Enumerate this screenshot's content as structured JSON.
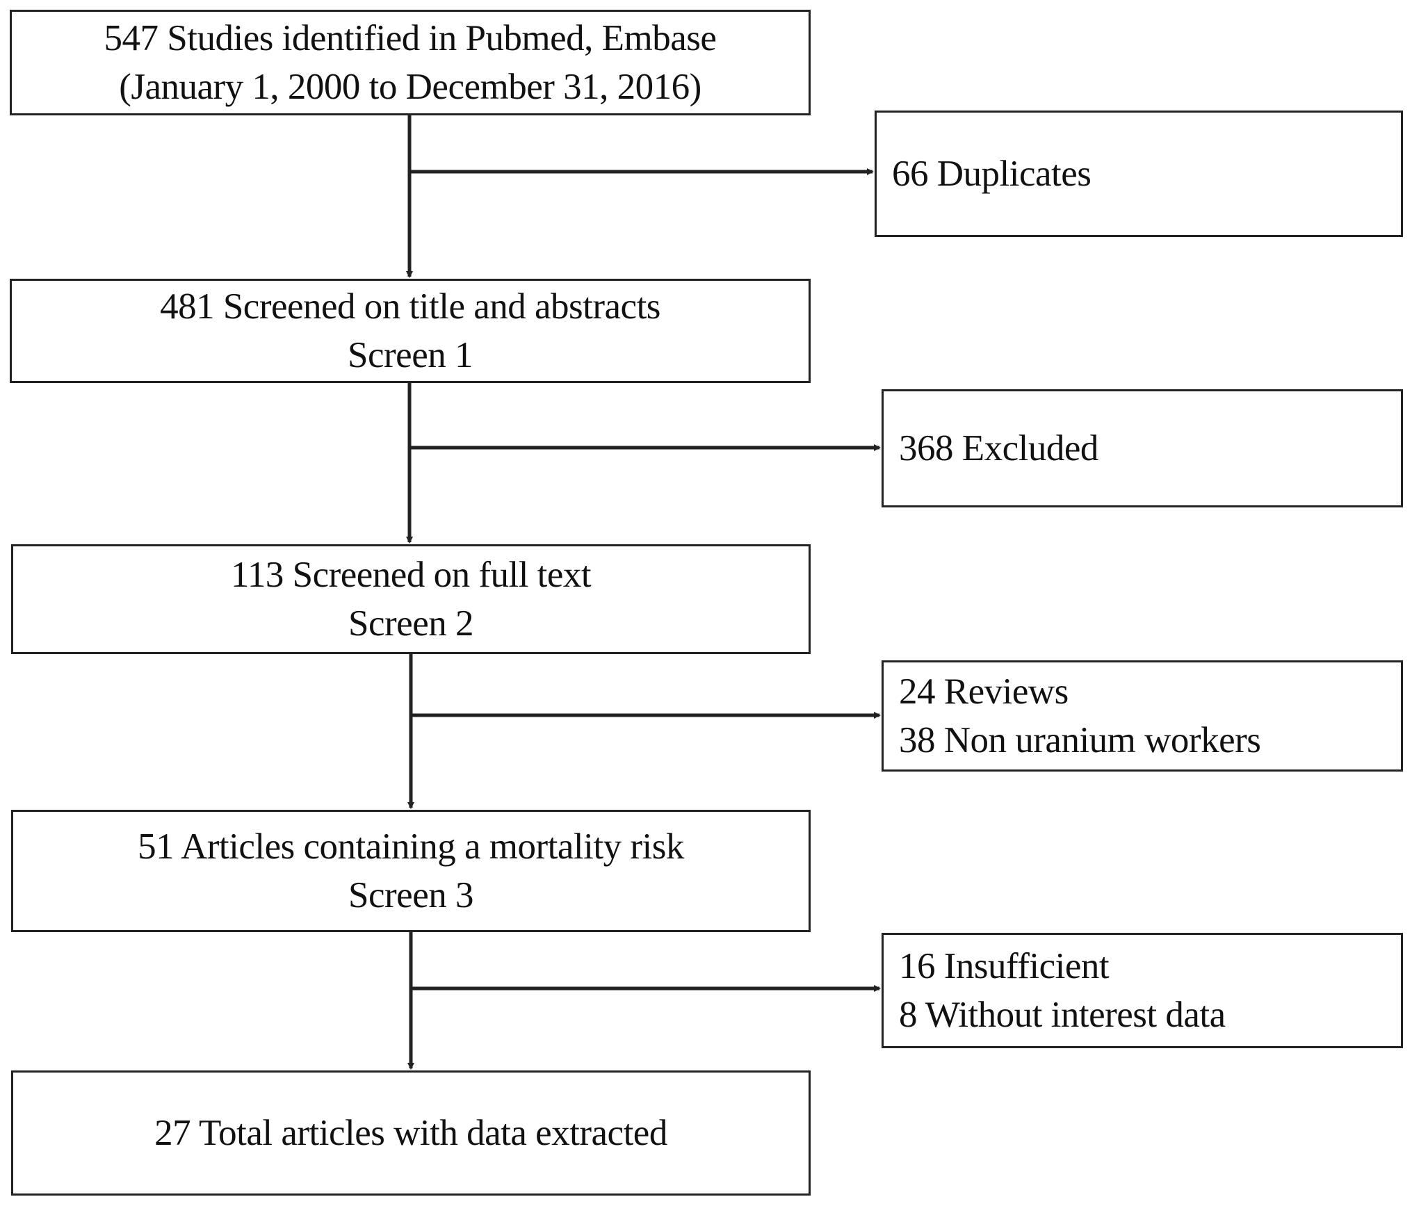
{
  "flow": {
    "steps": [
      {
        "lines": [
          "547 Studies identified in Pubmed, Embase",
          "(January 1, 2000 to December 31, 2016)"
        ]
      },
      {
        "lines": [
          "481 Screened on title and abstracts",
          "Screen 1"
        ]
      },
      {
        "lines": [
          "113 Screened on full text",
          "Screen 2"
        ]
      },
      {
        "lines": [
          "51 Articles containing a mortality risk",
          "Screen 3"
        ]
      },
      {
        "lines": [
          "27 Total articles with data extracted"
        ]
      }
    ],
    "exclusions": [
      {
        "lines": [
          "66 Duplicates"
        ]
      },
      {
        "lines": [
          "368 Excluded"
        ]
      },
      {
        "lines": [
          "24 Reviews",
          "38 Non uranium workers"
        ]
      },
      {
        "lines": [
          "16 Insufficient",
          "8 Without interest data"
        ]
      }
    ]
  }
}
